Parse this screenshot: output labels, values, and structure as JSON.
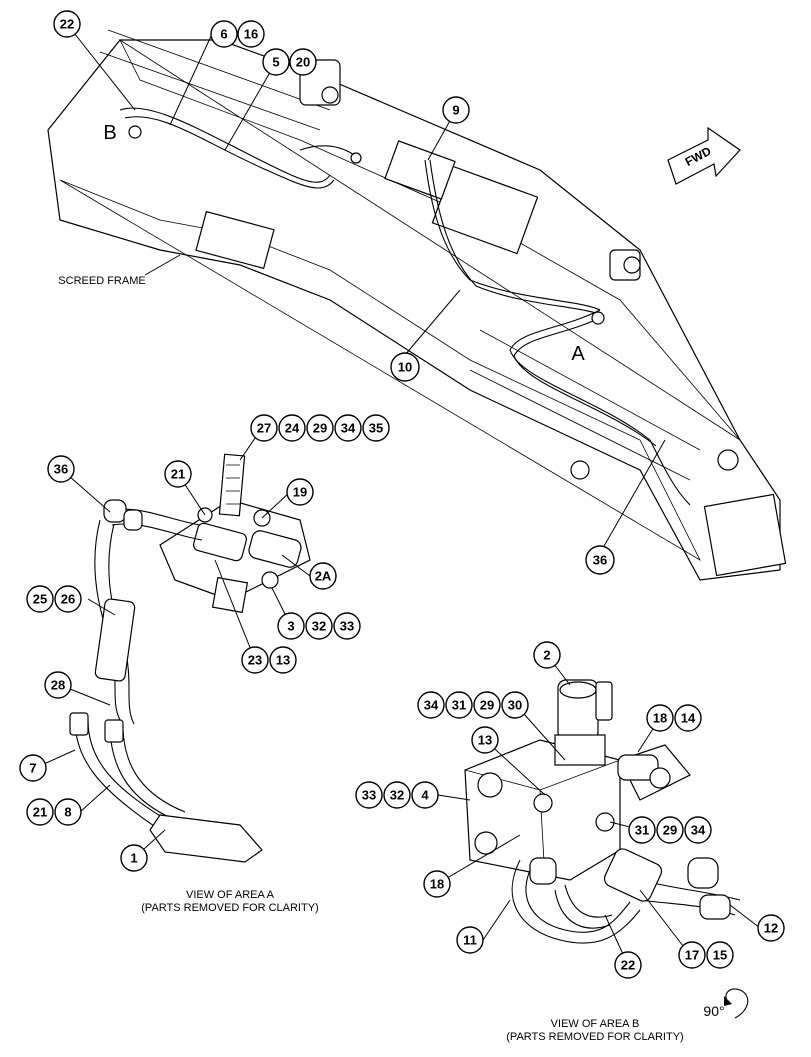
{
  "labels": {
    "screed_frame": "SCREED FRAME",
    "fwd": "FWD",
    "area_a": "A",
    "area_b": "B",
    "view_a_line1": "VIEW OF AREA A",
    "view_a_line2": "(PARTS REMOVED FOR CLARITY)",
    "view_b_line1": "VIEW OF AREA B",
    "view_b_line2": "(PARTS REMOVED FOR CLARITY)",
    "rotation": "90°"
  },
  "callouts": {
    "c22a": "22",
    "c6": "6",
    "c16": "16",
    "c5": "5",
    "c20": "20",
    "c9": "9",
    "c10": "10",
    "c36a": "36",
    "c27": "27",
    "c24": "24",
    "c29a": "29",
    "c34a": "34",
    "c35": "35",
    "c36b": "36",
    "c21a": "21",
    "c19": "19",
    "c2A": "2A",
    "c25": "25",
    "c26": "26",
    "c3": "3",
    "c32a": "32",
    "c33a": "33",
    "c23": "23",
    "c13a": "13",
    "c28": "28",
    "c7": "7",
    "c21b": "21",
    "c8": "8",
    "c1": "1",
    "c2": "2",
    "c34b": "34",
    "c31a": "31",
    "c29b": "29",
    "c30": "30",
    "c18a": "18",
    "c14": "14",
    "c13b": "13",
    "c33b": "33",
    "c32b": "32",
    "c4": "4",
    "c31b": "31",
    "c29c": "29",
    "c34c": "34",
    "c18b": "18",
    "c11": "11",
    "c12": "12",
    "c22b": "22",
    "c17": "17",
    "c15": "15"
  }
}
